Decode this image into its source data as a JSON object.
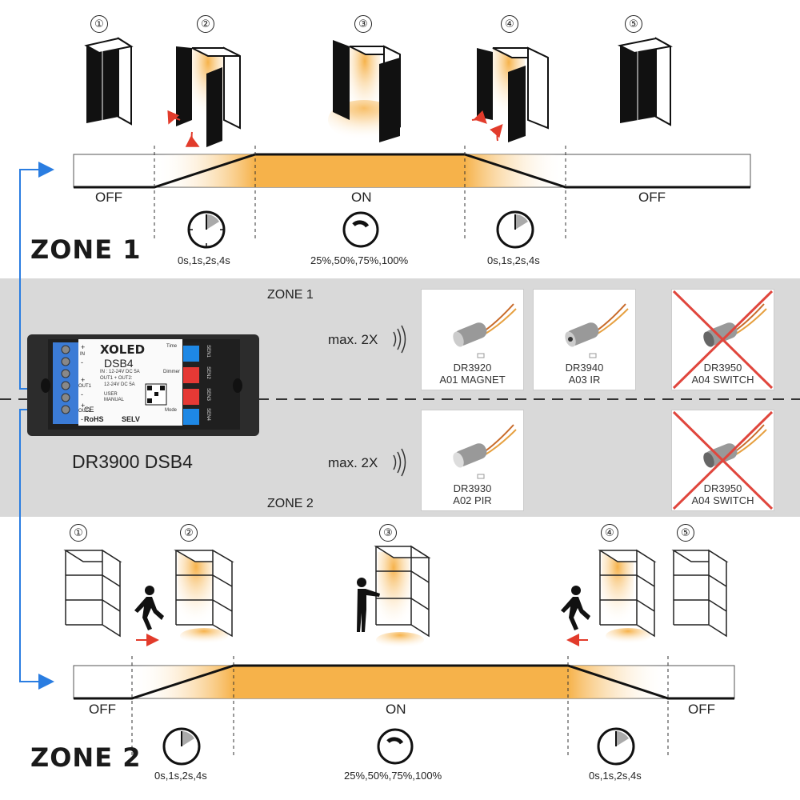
{
  "zone1": {
    "title": "ZONE 1",
    "steps": [
      "①",
      "②",
      "③",
      "④",
      "⑤"
    ],
    "states": {
      "off_left": "OFF",
      "on": "ON",
      "off_right": "OFF"
    },
    "timer_fade_in": "0s,1s,2s,4s",
    "brightness": "25%,50%,75%,100%",
    "timer_fade_out": "0s,1s,2s,4s"
  },
  "zone2": {
    "title": "ZONE 2",
    "steps": [
      "①",
      "②",
      "③",
      "④",
      "⑤"
    ],
    "states": {
      "off_left": "OFF",
      "on": "ON",
      "off_right": "OFF"
    },
    "timer_fade_in": "0s,1s,2s,4s",
    "brightness": "25%,50%,75%,100%",
    "timer_fade_out": "0s,1s,2s,4s"
  },
  "controller": {
    "brand": "XOLED",
    "model": "DSB4",
    "caption": "DR3900 DSB4",
    "spec_in": "IN : 12-24V DC 5A",
    "spec_out": "OUT1 + OUT2:",
    "spec_out2": "12-24V DC 5A",
    "manual": "USER MANUAL",
    "rohs": "RoHS",
    "selv": "SELV",
    "ce": "CE",
    "terminal_labels": [
      "+",
      "IN",
      "-",
      "+",
      "OUT1",
      "-",
      "+",
      "OUT2",
      "-"
    ],
    "sensor_labels": [
      "SEN1",
      "SEN2",
      "SEN3",
      "SEN4"
    ],
    "side_labels": [
      "Time",
      "Dimmer",
      "Mode"
    ]
  },
  "middle": {
    "zone1_label": "ZONE 1",
    "zone2_label": "ZONE 2",
    "max_zone1": "max. 2X",
    "max_zone2": "max. 2X"
  },
  "sensors": [
    {
      "code": "DR3920",
      "type": "A01 MAGNET",
      "excluded": false
    },
    {
      "code": "DR3940",
      "type": "A03 IR",
      "excluded": false
    },
    {
      "code": "DR3950",
      "type": "A04 SWITCH",
      "excluded": true
    },
    {
      "code": "DR3930",
      "type": "A02 PIR",
      "excluded": false
    },
    {
      "code": "DR3950",
      "type": "A04 SWITCH",
      "excluded": true
    }
  ],
  "colors": {
    "light": "#f6b24a",
    "light_pale": "#fde9c2",
    "arrow_blue": "#2a7de1",
    "arrow_red": "#e23b2b",
    "band_gray": "#d9d9d9",
    "cross_red": "#e0463d",
    "dsb_black": "#2c2c2c",
    "terminal_blue": "#3b7bd6",
    "switch_red": "#e53935",
    "switch_blue": "#1e88e5"
  }
}
